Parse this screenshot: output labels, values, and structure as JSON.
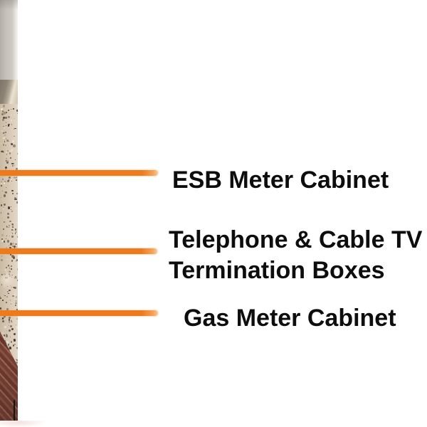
{
  "slide": {
    "background_color": "#ffffff",
    "accent_color": "#ee7a1e",
    "label_text_color": "#0d0d0d"
  },
  "annotations": [
    {
      "label": "ESB Meter Cabinet"
    },
    {
      "label": "Telephone & Cable TV\nTermination Boxes"
    },
    {
      "label": "Gas Meter Cabinet"
    }
  ],
  "photo": {
    "description_colors": {
      "panel_grey": "#c7c3bb",
      "pebbledash_wall": "#d7cab6",
      "brickwork": "#6d382f"
    }
  }
}
